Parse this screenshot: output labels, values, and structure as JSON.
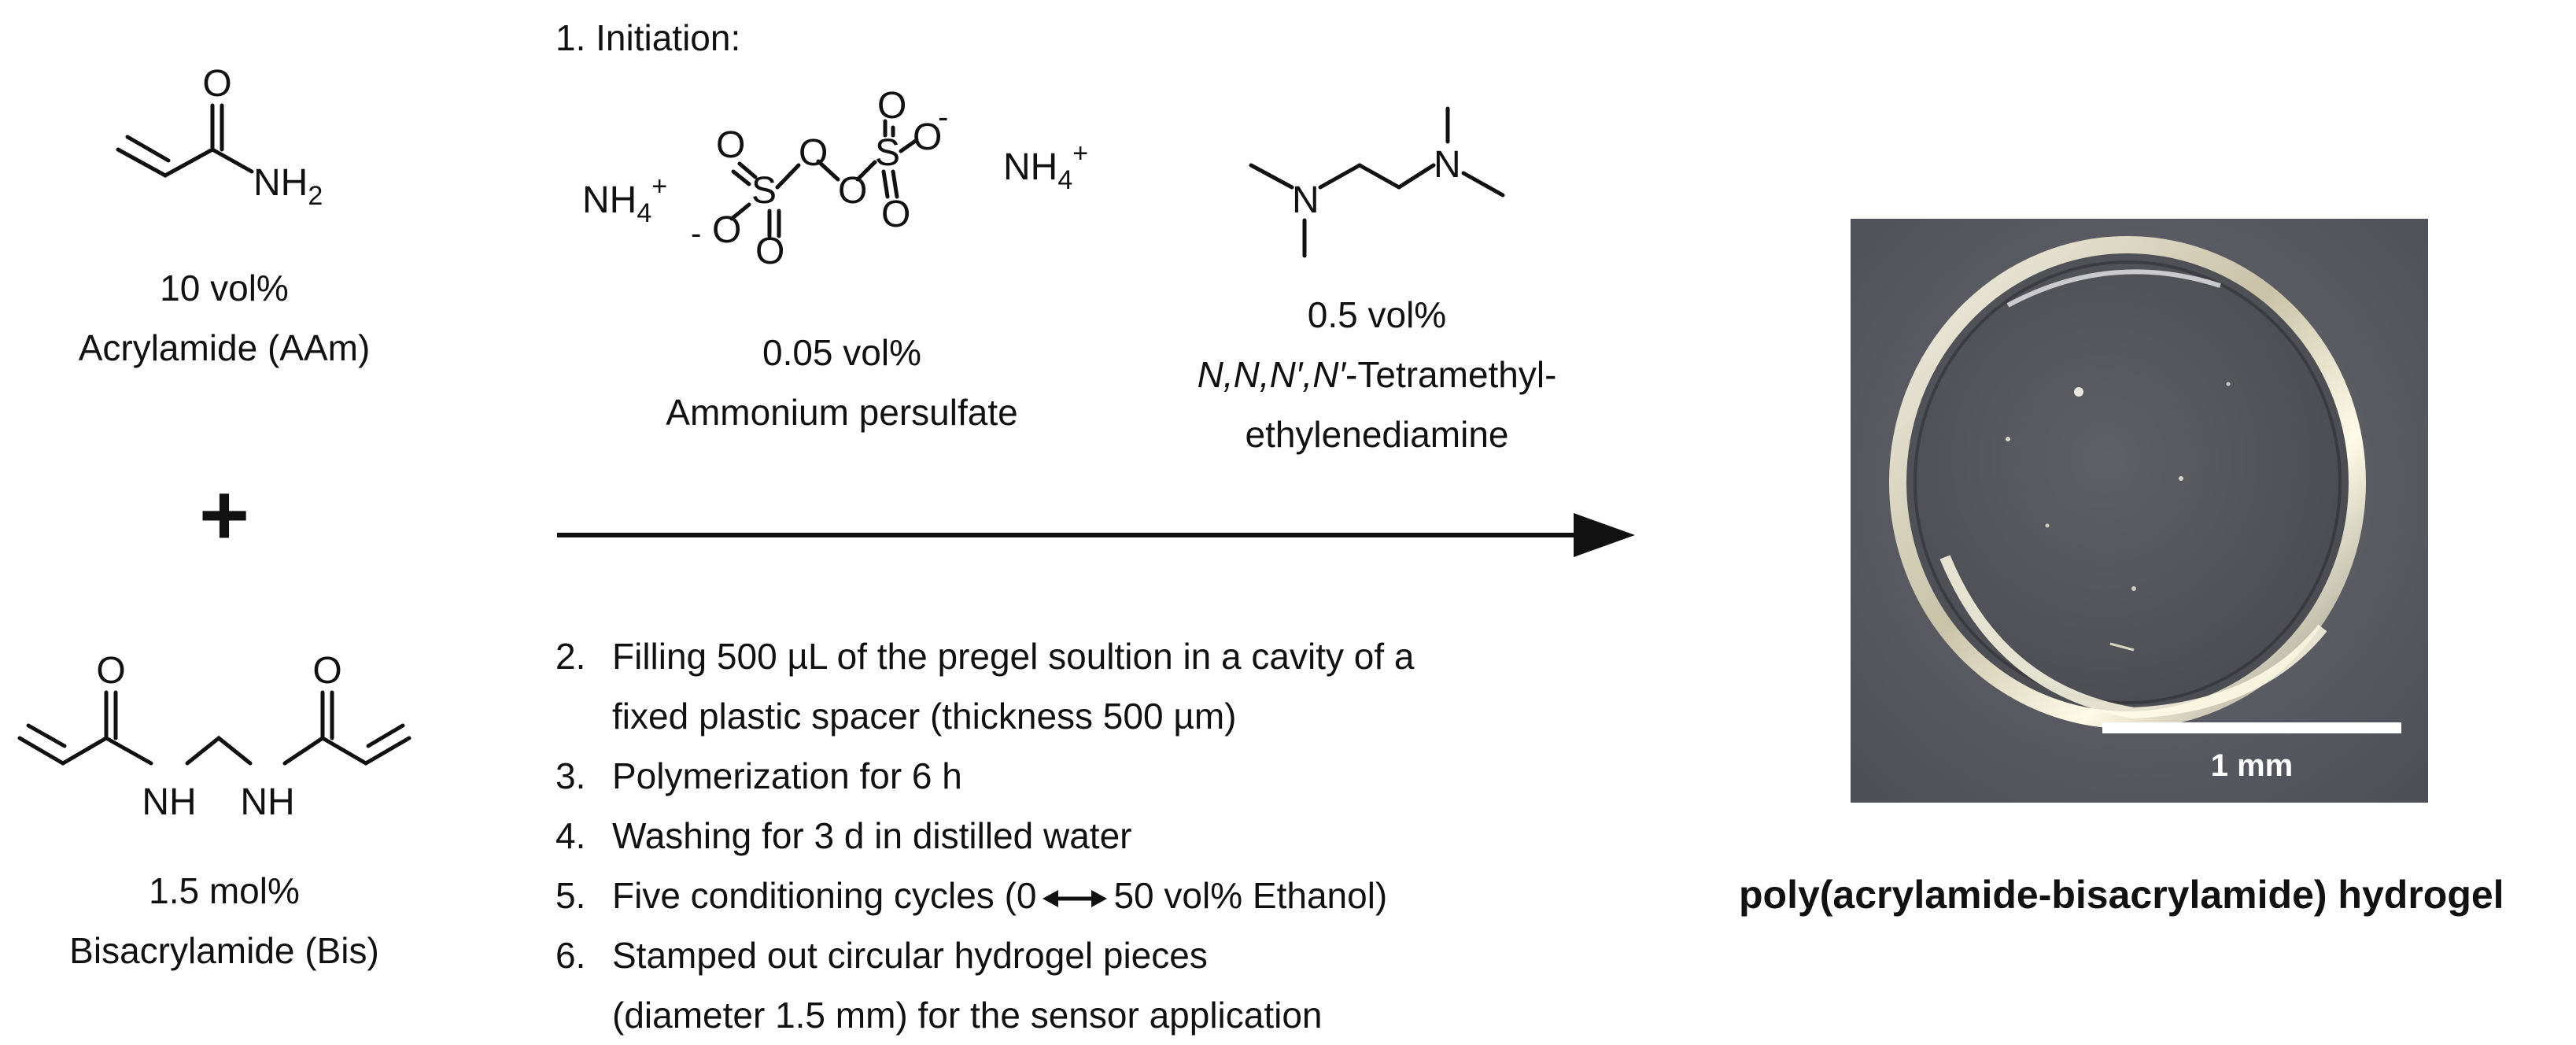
{
  "monomers": {
    "aam": {
      "amount": "10 vol%",
      "name": "Acrylamide (AAm)",
      "atoms": {
        "o": "O",
        "nh2_main": "NH",
        "nh2_sub": "2"
      }
    },
    "plus": "+",
    "bis": {
      "amount": "1.5 mol%",
      "name": "Bisacrylamide (Bis)",
      "atoms": {
        "o": "O",
        "nh": "NH"
      }
    }
  },
  "reaction": {
    "initiation_label": "1.  Initiation:",
    "aps": {
      "amount": "0.05 vol%",
      "name": "Ammonium persulfate",
      "atoms": {
        "nh4": "NH",
        "nh4_sub": "4",
        "plus": "+",
        "o": "O",
        "s": "S",
        "minus": "-"
      }
    },
    "temed": {
      "amount": "0.5 vol%",
      "name_line1_italic": "N,N,N′,N′",
      "name_line1_rest": "-Tetramethyl-",
      "name_line2": "ethylenediamine",
      "atoms": {
        "n": "N"
      }
    },
    "steps": [
      {
        "num": "2.",
        "lines": [
          "Filling 500 µL of the pregel soultion in a cavity of a",
          "fixed plastic spacer (thickness 500 µm)"
        ]
      },
      {
        "num": "3.",
        "lines": [
          "Polymerization for 6 h"
        ]
      },
      {
        "num": "4.",
        "lines": [
          "Washing for 3 d in distilled water"
        ]
      },
      {
        "num": "5.",
        "pre": "Five conditioning cycles (0",
        "post": "50 vol% Ethanol)"
      },
      {
        "num": "6.",
        "lines": [
          "Stamped out circular hydrogel pieces",
          "(diameter 1.5 mm) for the sensor application"
        ]
      }
    ]
  },
  "product": {
    "scale_label": "1 mm",
    "name": "poly(acrylamide-bisacrylamide) hydrogel"
  }
}
